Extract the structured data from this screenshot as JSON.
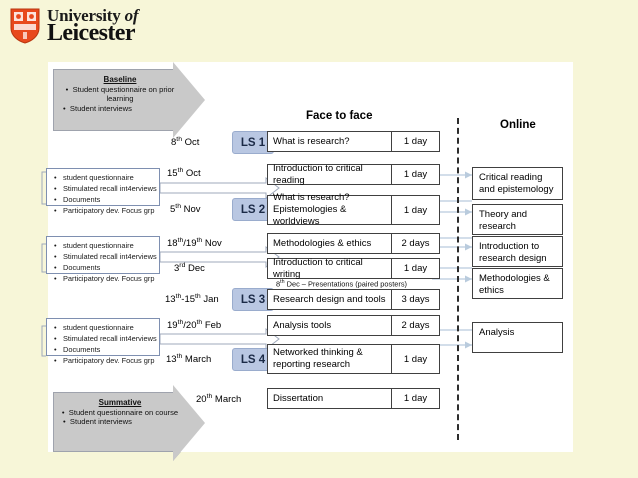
{
  "branding": {
    "line1": "University",
    "of": "of",
    "line2": "Leicester",
    "crest_color": "#e8491d"
  },
  "columns": {
    "face_to_face": "Face to face",
    "online": "Online"
  },
  "colors": {
    "page_background": "#f7f6d8",
    "panel": "#ffffff",
    "ls_badge": "#b9c7e2",
    "arrow": "#c9c9c9",
    "connector": "#b9cbdd"
  },
  "baseline_arrow": {
    "heading": "Baseline",
    "items": [
      "Student questionnaire on prior learning",
      "Student interviews"
    ]
  },
  "summative_arrow": {
    "heading": "Summative",
    "items": [
      "Student questionnaire on course",
      "Student interviews"
    ]
  },
  "evidence_boxes": [
    {
      "items": [
        "student questionnaire",
        "Stimulated recall int4erviews",
        "Documents",
        "Participatory dev. Focus grp"
      ]
    },
    {
      "items": [
        "student questionnaire",
        "Stimulated recall int4erviews",
        "Documents",
        "Participatory dev. Focus grp"
      ]
    },
    {
      "items": [
        "student questionnaire",
        "Stimulated recall int4erviews",
        "Documents",
        "Participatory dev. Focus grp"
      ]
    }
  ],
  "sessions": [
    {
      "date": "8th Oct",
      "date_sup": "th",
      "ls": "LS 1",
      "title": "What is research?",
      "duration": "1 day"
    },
    {
      "date": "15th Oct",
      "date_sup": "th",
      "ls": "",
      "title": "Introduction to critical reading",
      "duration": "1 day"
    },
    {
      "date": "5th Nov",
      "date_sup": "th",
      "ls": "LS 2",
      "title": "What is research?\nEpistemologies & worldviews",
      "duration": "1 day"
    },
    {
      "date": "18th/19th Nov",
      "date_sup": "th",
      "ls": "",
      "title": "Methodologies & ethics",
      "duration": "2 days"
    },
    {
      "date": "3rd Dec",
      "date_sup": "rd",
      "ls": "",
      "title": "Introduction to critical writing",
      "duration": "1 day"
    },
    {
      "date": "13th-15th Jan",
      "date_sup": "th",
      "ls": "LS 3",
      "title": "Research design and tools",
      "duration": "3 days"
    },
    {
      "date": "19th/20th Feb",
      "date_sup": "th",
      "ls": "",
      "title": "Analysis tools",
      "duration": "2 days"
    },
    {
      "date": "13th March",
      "date_sup": "th",
      "ls": "LS 4",
      "title": "Networked thinking &\nreporting research",
      "duration": "1 day"
    },
    {
      "date": "20th March",
      "date_sup": "th",
      "ls": "",
      "title": "Dissertation",
      "duration": "1 day"
    }
  ],
  "note": "8th Dec – Presentations (paired posters)",
  "online_boxes": [
    {
      "title": "Critical reading and epistemology"
    },
    {
      "title": "Theory and research"
    },
    {
      "title": "Introduction to research design"
    },
    {
      "title": "Methodologies & ethics"
    },
    {
      "title": "Analysis"
    }
  ]
}
